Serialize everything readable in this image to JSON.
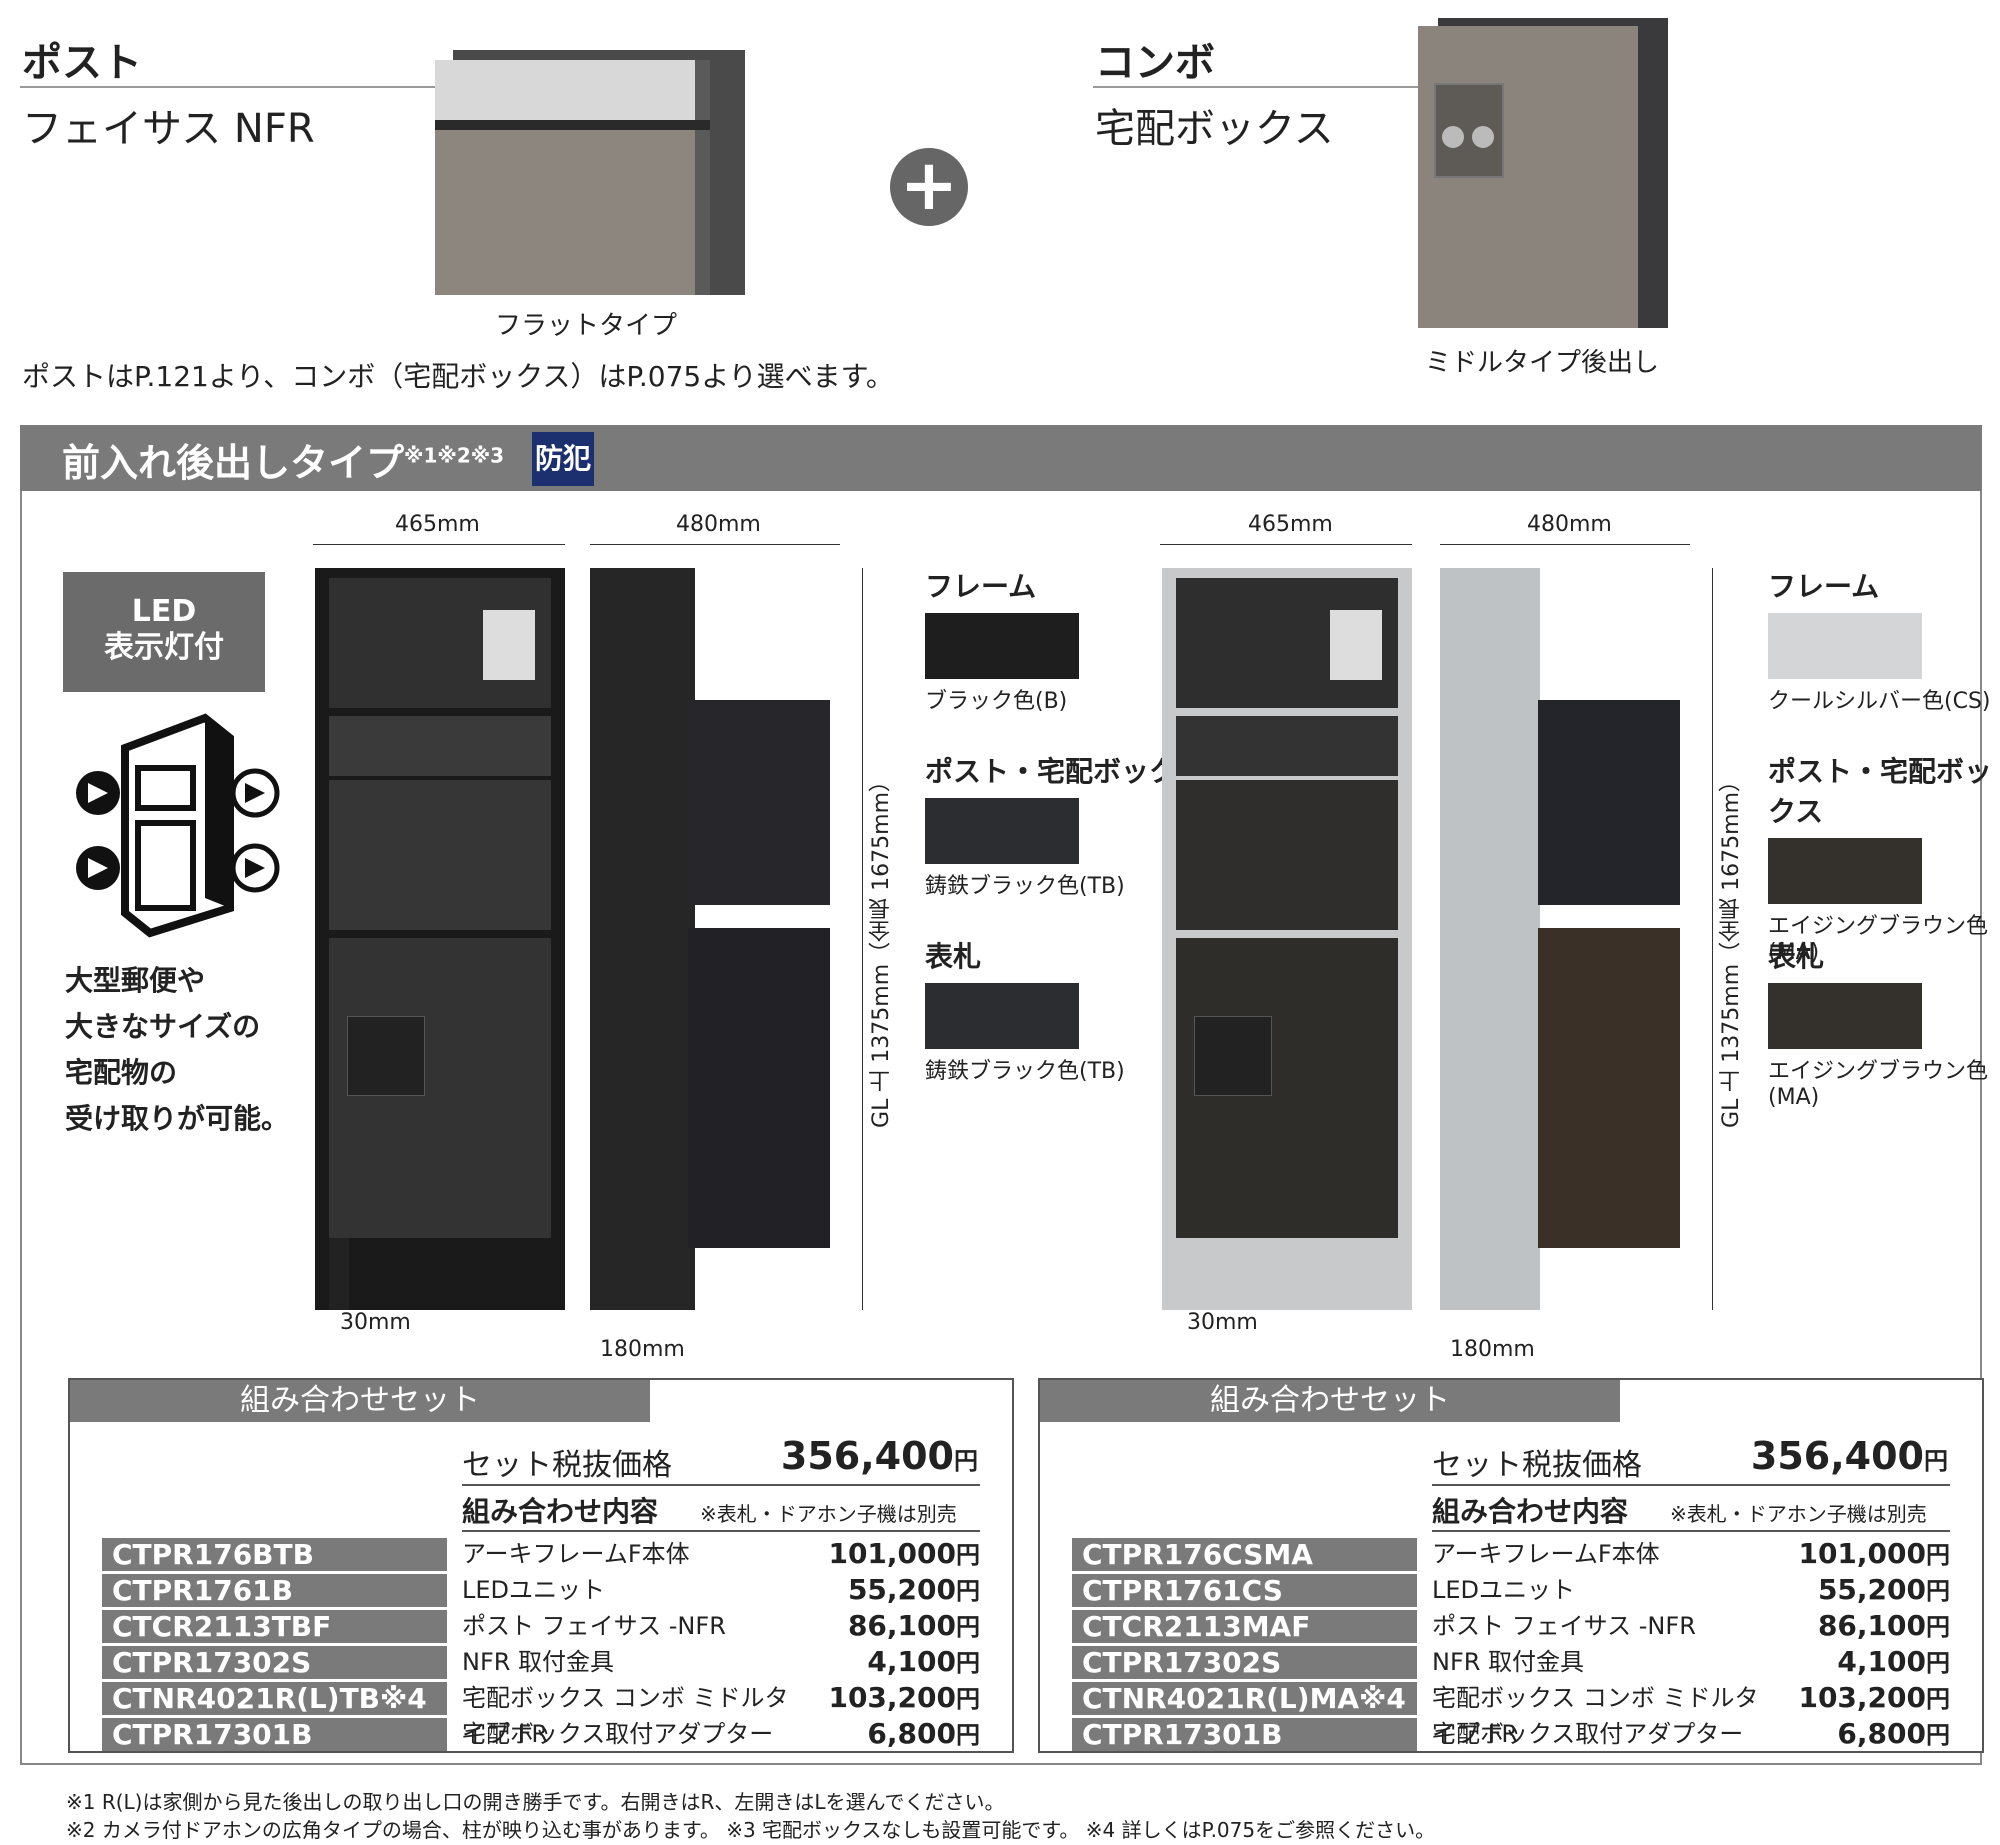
{
  "post": {
    "category": "ポスト",
    "name": "フェイサス NFR",
    "caption": "フラットタイプ"
  },
  "combo": {
    "category": "コンボ",
    "name": "宅配ボックス",
    "caption": "ミドルタイプ後出し"
  },
  "selection_note": "ポストはP.121より、コンボ（宅配ボックス）はP.075より選べます。",
  "plus_symbol": "+",
  "section": {
    "title": "前入れ後出しタイプ",
    "sup": "※1※2※3",
    "badge": "防犯"
  },
  "led_badge": {
    "line1": "LED",
    "line2": "表示灯付"
  },
  "feature_text": [
    "大型郵便や",
    "大きなサイズの",
    "宅配物の",
    "受け取りが可能。"
  ],
  "dimensions": {
    "front_width": "465mm",
    "side_width": "480mm",
    "leg_width": "30mm",
    "depth": "180mm",
    "height_label": "GL 上 1375mm（全長 1675mm）"
  },
  "variants": [
    {
      "swatches": [
        {
          "heading": "フレーム",
          "color_name": "ブラック色(B)",
          "color": "#1e1e1e"
        },
        {
          "heading": "ポスト・宅配ボックス",
          "color_name": "鋳鉄ブラック色(TB)",
          "color": "#2c2d31"
        },
        {
          "heading": "表札",
          "color_name": "鋳鉄ブラック色(TB)",
          "color": "#2c2d31"
        }
      ],
      "set": {
        "tab": "組み合わせセット",
        "price_label": "セット税抜価格",
        "price": "356,400",
        "yen": "円",
        "contents_label": "組み合わせ内容",
        "contents_note": "※表札・ドアホン子機は別売",
        "codes": [
          "CTPR176BTB",
          "CTPR1761B",
          "CTCR2113TBF",
          "CTPR17302S",
          "CTNR4021R(L)TB※4",
          "CTPR17301B"
        ],
        "items": [
          {
            "name": "アーキフレームF本体",
            "price": "101,000"
          },
          {
            "name": "LEDユニット",
            "price": "55,200"
          },
          {
            "name": "ポスト フェイサス -NFR",
            "price": "86,100"
          },
          {
            "name": "NFR 取付金具",
            "price": "4,100"
          },
          {
            "name": "宅配ボックス コンボ ミドルタイプ FR",
            "price": "103,200"
          },
          {
            "name": "宅配ボックス取付アダプター",
            "price": "6,800"
          }
        ]
      }
    },
    {
      "swatches": [
        {
          "heading": "フレーム",
          "color_name": "クールシルバー色(CS)",
          "color": "#d4d5d6"
        },
        {
          "heading": "ポスト・宅配ボックス",
          "color_name": "エイジングブラウン色(MA)",
          "color": "#34302b"
        },
        {
          "heading": "表札",
          "color_name": "エイジングブラウン色(MA)",
          "color": "#34302b"
        }
      ],
      "set": {
        "tab": "組み合わせセット",
        "price_label": "セット税抜価格",
        "price": "356,400",
        "yen": "円",
        "contents_label": "組み合わせ内容",
        "contents_note": "※表札・ドアホン子機は別売",
        "codes": [
          "CTPR176CSMA",
          "CTPR1761CS",
          "CTCR2113MAF",
          "CTPR17302S",
          "CTNR4021R(L)MA※4",
          "CTPR17301B"
        ],
        "items": [
          {
            "name": "アーキフレームF本体",
            "price": "101,000"
          },
          {
            "name": "LEDユニット",
            "price": "55,200"
          },
          {
            "name": "ポスト フェイサス -NFR",
            "price": "86,100"
          },
          {
            "name": "NFR 取付金具",
            "price": "4,100"
          },
          {
            "name": "宅配ボックス コンボ ミドルタイプ FR",
            "price": "103,200"
          },
          {
            "name": "宅配ボックス取付アダプター",
            "price": "6,800"
          }
        ]
      }
    }
  ],
  "footnotes": [
    "※1 R(L)は家側から見た後出しの取り出し口の開き勝手です。右開きはR、左開きはLを選んでください。",
    "※2 カメラ付ドアホンの広角タイプの場合、柱が映り込む事があります。 ※3 宅配ボックスなしも設置可能です。 ※4 詳しくはP.075をご参照ください。"
  ]
}
